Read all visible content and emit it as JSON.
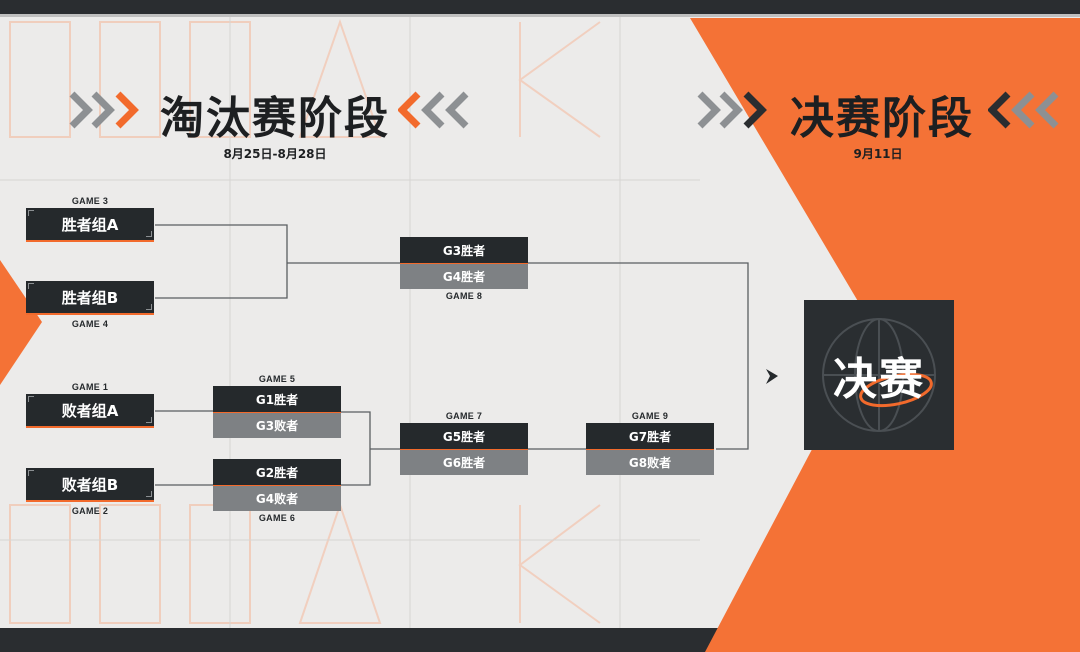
{
  "colors": {
    "accent": "#f26a2c",
    "dark": "#25292c",
    "gray": "#7e8184",
    "background": "#ecebea"
  },
  "header": {
    "elimination": {
      "title": "淘汰赛阶段",
      "date": "8月25日-8月28日"
    },
    "finals": {
      "title": "决赛阶段",
      "date": "9月11日"
    }
  },
  "bracket": {
    "winners_a": {
      "label": "胜者组A",
      "game": "GAME 3"
    },
    "winners_b": {
      "label": "胜者组B",
      "game": "GAME 4"
    },
    "losers_a": {
      "label": "败者组A",
      "game": "GAME 1"
    },
    "losers_b": {
      "label": "败者组B",
      "game": "GAME 2"
    },
    "game5": {
      "game": "GAME 5",
      "top": "G1胜者",
      "bottom": "G3败者"
    },
    "game6": {
      "game": "GAME 6",
      "top": "G2胜者",
      "bottom": "G4败者"
    },
    "game7": {
      "game": "GAME 7",
      "top": "G5胜者",
      "bottom": "G6胜者"
    },
    "game8": {
      "game": "GAME 8",
      "top": "G3胜者",
      "bottom": "G4胜者"
    },
    "game9": {
      "game": "GAME 9",
      "top": "G7胜者",
      "bottom": "G8败者"
    },
    "final": {
      "label": "决赛"
    }
  }
}
